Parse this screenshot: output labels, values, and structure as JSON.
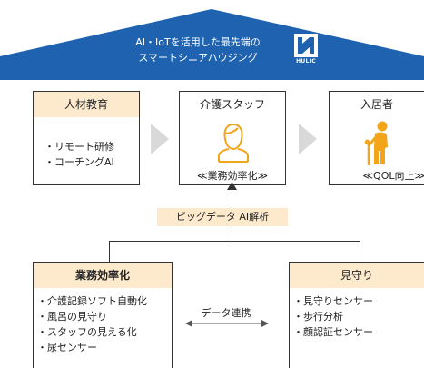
{
  "header": {
    "line1": "AI・IoTを活用した最先端の",
    "line2": "スマートシニアハウジング",
    "logo_text": "HULIC",
    "roof_color": "#1f63b0"
  },
  "boxes": {
    "education": {
      "title": "人材教育",
      "items": [
        "・リモート研修",
        "・コーチングAI"
      ]
    },
    "staff": {
      "title": "介護スタッフ",
      "caption": "≪業務効率化≫"
    },
    "resident": {
      "title": "入居者",
      "caption": "≪QOL向上≫"
    },
    "efficiency": {
      "title": "業務効率化",
      "items": [
        "・介護記録ソフト自動化",
        "・風呂の見守り",
        "・スタッフの見える化",
        "・尿センサー"
      ]
    },
    "monitoring": {
      "title": "見守り",
      "items": [
        "・見守りセンサー",
        "・歩行分析",
        "・顔認証センサー"
      ]
    }
  },
  "bigdata_label": "ビッグデータ AI解析",
  "link_label": "データ連携",
  "colors": {
    "accent": "#f3a51a",
    "peach": "#fde9cc",
    "chevron": "#d9d9d9"
  },
  "icons": {
    "staff": "person-icon",
    "resident": "elderly-person-icon",
    "logo": "hulic-logo-icon"
  }
}
